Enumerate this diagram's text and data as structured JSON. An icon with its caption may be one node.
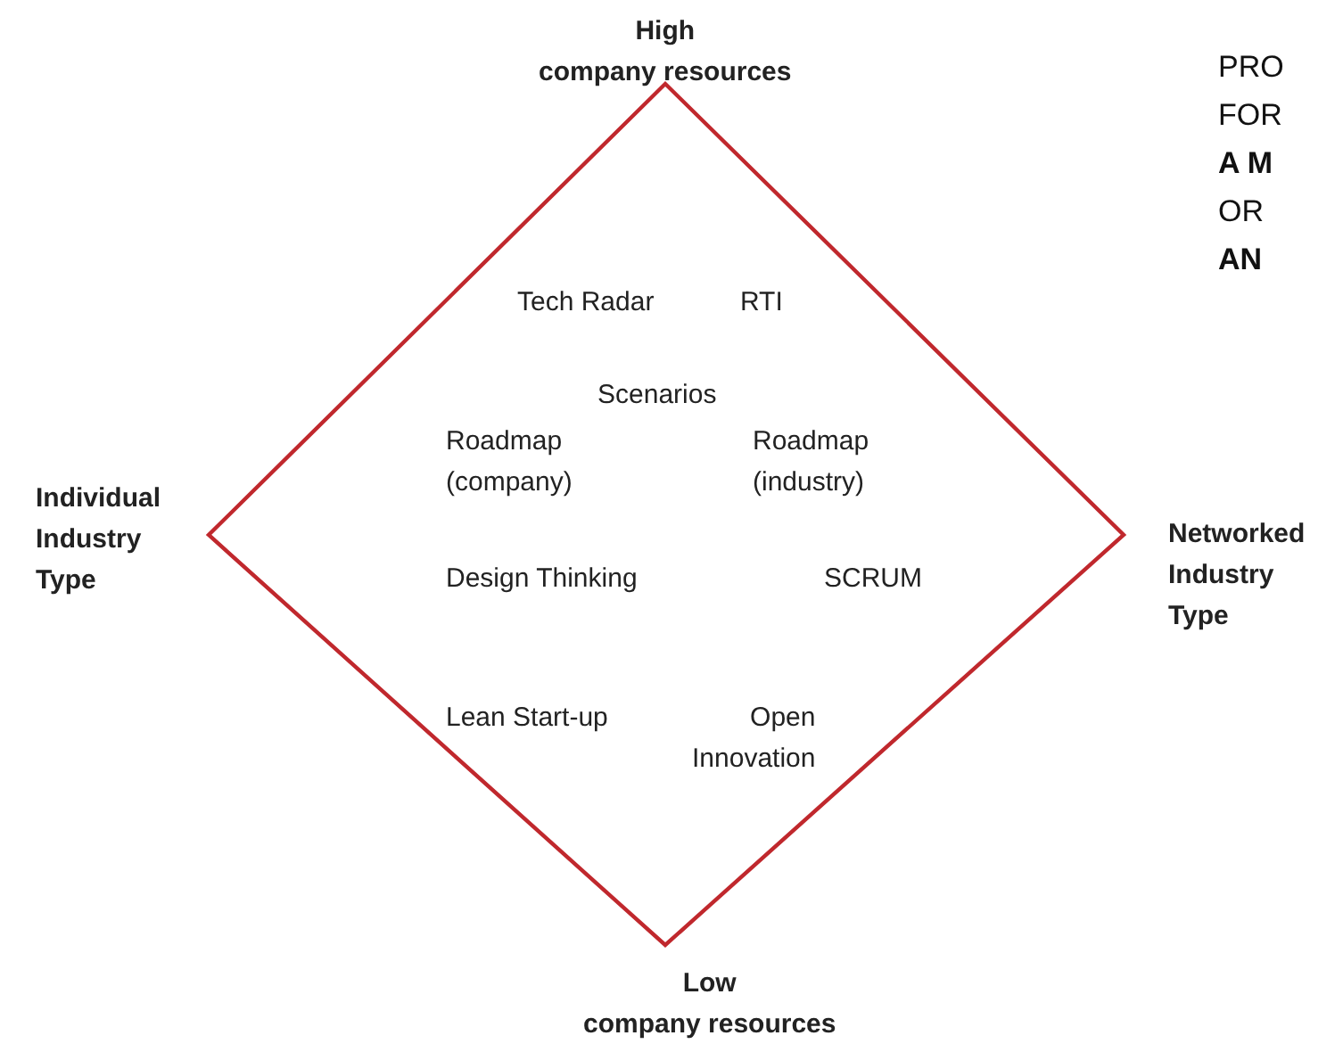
{
  "diagram": {
    "nodes": [
      {
        "text": [],
        "shape": "diamond"
      }
    ],
    "edges": [],
    "labels": [
      "High company resources",
      "PRO",
      "FOR",
      "A M",
      "Tech Radar",
      "OR",
      "RTI",
      "AN",
      "Scenarios",
      "Roadmap (company)",
      "Roadmap (industry)",
      "Individual Industry Type",
      "Networked Industry Type",
      "Design Thinking",
      "SCRUM",
      "Lean Start-up",
      "Open Innovation",
      "Low company resources"
    ]
  }
}
